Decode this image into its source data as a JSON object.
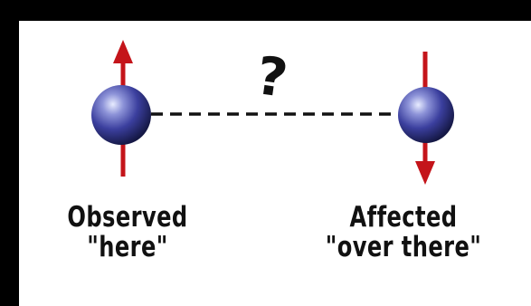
{
  "diagram": {
    "question_mark": "?",
    "left_particle": {
      "spin": "up",
      "label_line1": "Observed",
      "label_line2": "\"here\""
    },
    "right_particle": {
      "spin": "down",
      "label_line1": "Affected",
      "label_line2": "\"over there\""
    },
    "colors": {
      "sphere": "#3b3f9e",
      "sphere_highlight": "#e8ecff",
      "sphere_shadow": "#151845",
      "arrow": "#c4141a",
      "connector": "#111111",
      "text": "#111111",
      "panel_background": "#ffffff",
      "frame": "#000000"
    }
  }
}
